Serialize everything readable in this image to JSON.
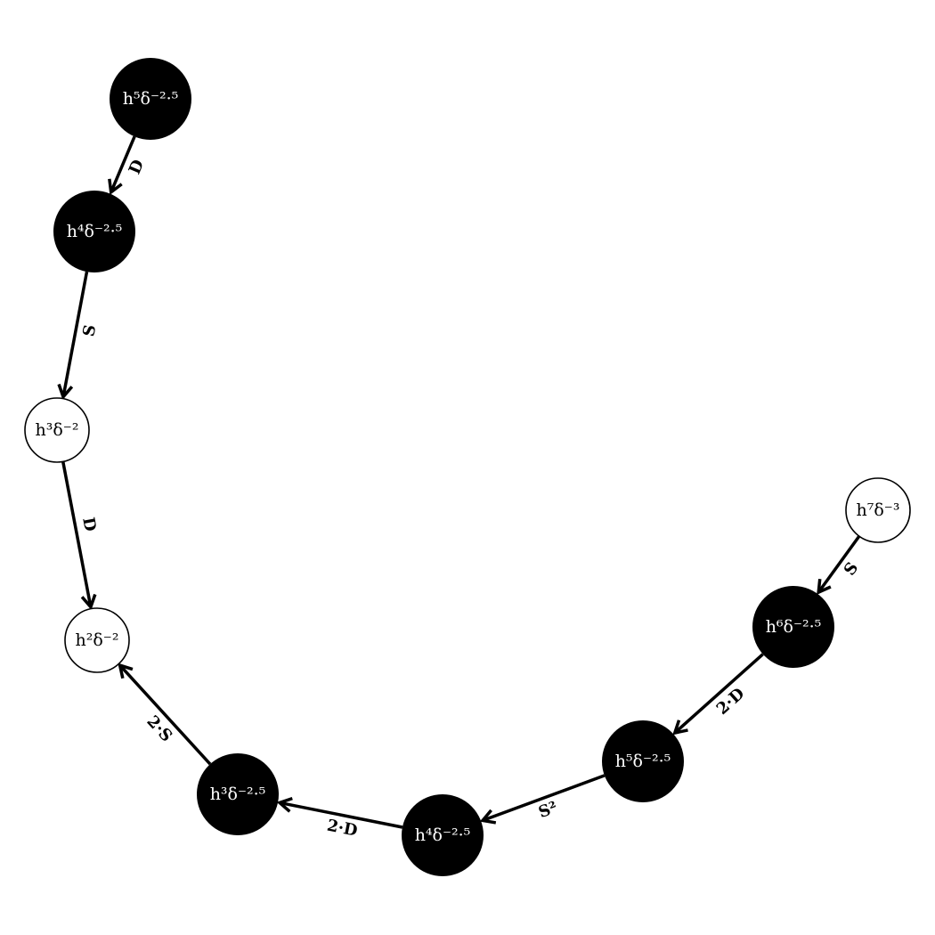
{
  "diagram": {
    "nodes": [
      {
        "id": "n1",
        "label": "h⁵δ⁻²·⁵",
        "filled": true
      },
      {
        "id": "n2",
        "label": "h⁴δ⁻²·⁵",
        "filled": true
      },
      {
        "id": "n3",
        "label": "h³δ⁻²",
        "filled": false
      },
      {
        "id": "n4",
        "label": "h²δ⁻²",
        "filled": false
      },
      {
        "id": "n5",
        "label": "h³δ⁻²·⁵",
        "filled": true
      },
      {
        "id": "n6",
        "label": "h⁴δ⁻²·⁵",
        "filled": true
      },
      {
        "id": "n7",
        "label": "h⁵δ⁻²·⁵",
        "filled": true
      },
      {
        "id": "n8",
        "label": "h⁶δ⁻²·⁵",
        "filled": true
      },
      {
        "id": "n9",
        "label": "h⁷δ⁻³",
        "filled": false
      }
    ],
    "edges": [
      {
        "from": "n1",
        "to": "n2",
        "label": "D"
      },
      {
        "from": "n2",
        "to": "n3",
        "label": "S"
      },
      {
        "from": "n3",
        "to": "n4",
        "label": "D"
      },
      {
        "from": "n5",
        "to": "n4",
        "label": "2·S"
      },
      {
        "from": "n6",
        "to": "n5",
        "label": "2·D"
      },
      {
        "from": "n7",
        "to": "n6",
        "label": "S²"
      },
      {
        "from": "n8",
        "to": "n7",
        "label": "2·D"
      },
      {
        "from": "n9",
        "to": "n8",
        "label": "S"
      }
    ]
  }
}
